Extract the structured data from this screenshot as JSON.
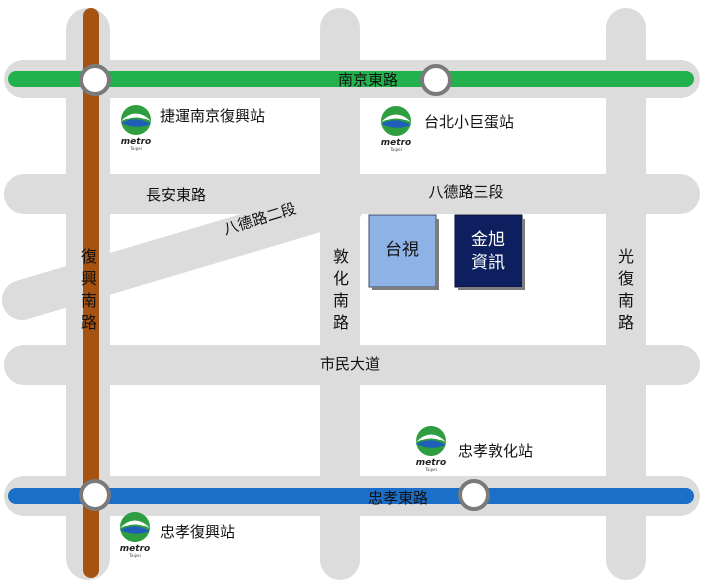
{
  "roads": {
    "nanjing_e": "南京東路",
    "changan_e": "長安東路",
    "bade_2": "八德路二段",
    "bade_3": "八德路三段",
    "dunhua_s": [
      "敦",
      "化",
      "南",
      "路"
    ],
    "fuxing_s": [
      "復",
      "興",
      "南",
      "路"
    ],
    "guangfu_s": [
      "光",
      "復",
      "南",
      "路"
    ],
    "civic_blvd": "市民大道",
    "zhongxiao_e": "忠孝東路"
  },
  "stations": {
    "nanjing_fuxing": "捷運南京復興站",
    "taipei_arena": "台北小巨蛋站",
    "zhongxiao_dunhua": "忠孝敦化站",
    "zhongxiao_fuxing": "忠孝復興站"
  },
  "metro_logo": {
    "word": "metro",
    "sub": "Taipei"
  },
  "buildings": {
    "ttv": [
      "台視"
    ],
    "jinxu": [
      "金旭",
      "資訊"
    ]
  },
  "colors": {
    "road": "#dcdcdc",
    "green_line": "#22b14c",
    "blue_line": "#1b6fc9",
    "brown_line": "#a65312",
    "ttv_fill": "#8fb2e6",
    "jinxu_fill": "#0d1f5e",
    "logo_green": "#2e9e41",
    "logo_blue": "#1f5fb8"
  },
  "icons": {
    "station_marker": "station-circle-icon",
    "metro_logo": "taipei-metro-logo-icon"
  }
}
